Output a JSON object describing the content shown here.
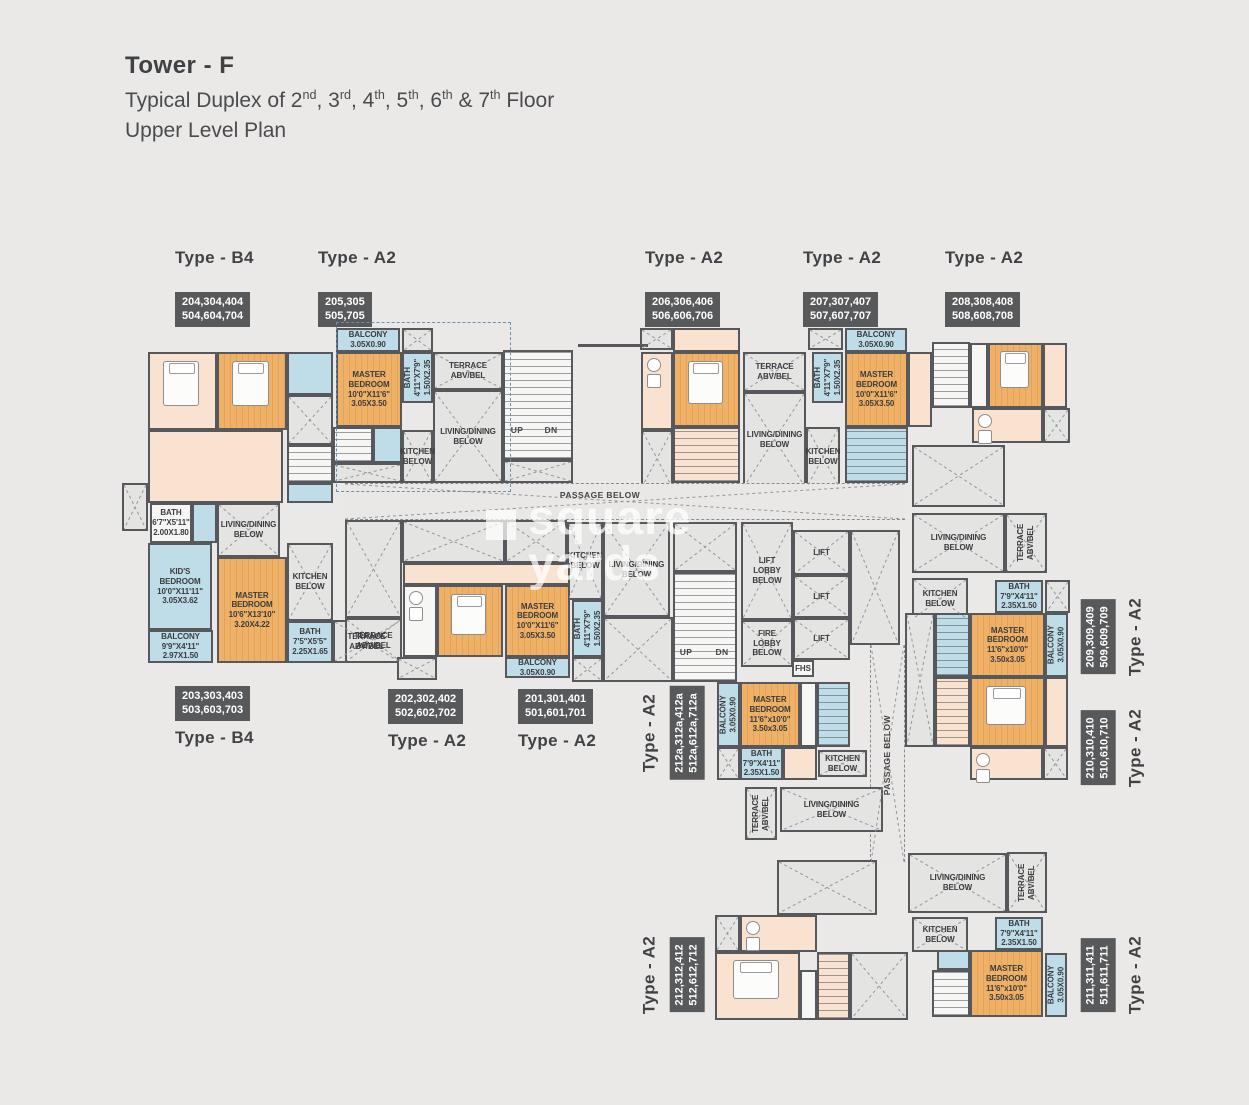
{
  "header": {
    "tower": "Tower - F",
    "line2_prefix": "Typical Duplex of ",
    "floors": [
      {
        "n": "2",
        "s": "nd"
      },
      {
        "n": "3",
        "s": "rd"
      },
      {
        "n": "4",
        "s": "th"
      },
      {
        "n": "5",
        "s": "th"
      },
      {
        "n": "6",
        "s": "th"
      },
      {
        "n": "7",
        "s": "th"
      }
    ],
    "separators": [
      ", ",
      ", ",
      ", ",
      ", ",
      " & ",
      " Floor"
    ],
    "line3": "Upper Level Plan"
  },
  "watermark": {
    "word1": "square",
    "word2": "yards"
  },
  "units": {
    "u204": {
      "type": "Type - B4",
      "nums": "204,304,404\n504,604,704"
    },
    "u205": {
      "type": "Type - A2",
      "nums": "205,305\n505,705"
    },
    "u206": {
      "type": "Type - A2",
      "nums": "206,306,406\n506,606,706"
    },
    "u207": {
      "type": "Type - A2",
      "nums": "207,307,407\n507,607,707"
    },
    "u208": {
      "type": "Type - A2",
      "nums": "208,308,408\n508,608,708"
    },
    "u203": {
      "type": "Type - B4",
      "nums": "203,303,403\n503,603,703"
    },
    "u202": {
      "type": "Type - A2",
      "nums": "202,302,402\n502,602,702"
    },
    "u201": {
      "type": "Type - A2",
      "nums": "201,301,401\n501,601,701"
    },
    "u212a": {
      "type": "Type - A2",
      "nums": "212a,312a,412a\n512a,612a,712a"
    },
    "u209": {
      "type": "Type - A2",
      "nums": "209,309,409\n509,609,709"
    },
    "u210": {
      "type": "Type - A2",
      "nums": "210,310,410\n510,610,710"
    },
    "u212": {
      "type": "Type - A2",
      "nums": "212,312,412\n512,612,712"
    },
    "u211": {
      "type": "Type - A2",
      "nums": "211,311,411\n511,611,711"
    }
  },
  "rooms": {
    "living": "LIVING/DINING\nBELOW",
    "kitchen": "KITCHEN\nBELOW",
    "terrace": "TERRACE\nABV/BEL",
    "balcony90": "BALCONY\n3.05X0.90",
    "balc99": "BALCONY\n9'9\"X4'11\"\n2.97X1.50",
    "mb_a2": "MASTER\nBEDROOM\n10'0\"X11'6\"\n3.05X3.50",
    "mb_a2r": "MASTER\nBEDROOM\n11'6\"x10'0\"\n3.50x3.05",
    "mb_b4": "MASTER\nBEDROOM\n10'6\"X13'10\"\n3.20X4.22",
    "bath411": "BATH\n4'11\"X7'9\"\n1.50X2.35",
    "bath79": "BATH\n7'9\"X4'11\"\n2.35X1.50",
    "bath67": "BATH\n6'7\"X5'11\"\n2.00X1.80",
    "bath75": "BATH\n7'5\"X5'5\"\n2.25X1.65",
    "kids": "KID'S BEDROOM\n10'0\"X11'11\"\n3.05X3.62",
    "liftlobby": "LIFT\nLOBBY\nBELOW",
    "firelobby": "FIRE\nLOBBY\nBELOW",
    "lift": "LIFT",
    "fhs": "FHS",
    "up": "UP",
    "dn": "DN",
    "passage": "PASSAGE BELOW"
  },
  "colors": {
    "background": "#eae9e7",
    "wall": "#57585b",
    "wood": "#efb167",
    "woodline": "#e2a355",
    "peach": "#f9e2cf",
    "blue": "#bedde9",
    "gray_room": "#e4e4e3",
    "label_box": "#58595b",
    "marquee": "#6e8fae"
  }
}
